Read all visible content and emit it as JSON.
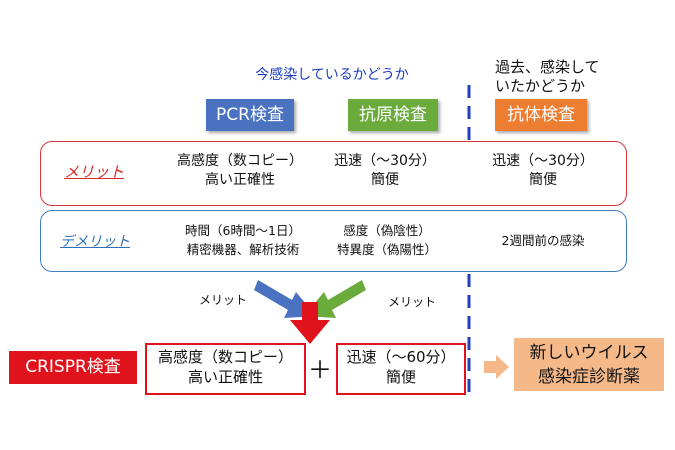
{
  "header": {
    "current_infection": "今感染しているかどうか",
    "past_infection_line1": "過去、感染して",
    "past_infection_line2": "いたかどうか"
  },
  "tests": {
    "pcr": "PCR検査",
    "antigen": "抗原検査",
    "antibody": "抗体検査"
  },
  "merit_row": {
    "label": "メリット",
    "pcr_line1": "高感度（数コピー）",
    "pcr_line2": "高い正確性",
    "antigen_line1": "迅速（～30分）",
    "antigen_line2": "簡便",
    "antibody_line1": "迅速（～30分）",
    "antibody_line2": "簡便"
  },
  "demerit_row": {
    "label": "デメリット",
    "pcr_line1": "時間（6時間～1日）",
    "pcr_line2": "精密機器、解析技術",
    "antigen_line1": "感度（偽陰性）",
    "antigen_line2": "特異度（偽陽性）",
    "antibody": "2週間前の感染"
  },
  "arrows": {
    "left_label": "メリット",
    "right_label": "メリット"
  },
  "crispr": {
    "label": "CRISPR検査",
    "box1_line1": "高感度（数コピー）",
    "box1_line2": "高い正確性",
    "plus": "＋",
    "box2_line1": "迅速（～60分）",
    "box2_line2": "簡便",
    "result_line1": "新しいウイルス",
    "result_line2": "感染症診断薬"
  },
  "colors": {
    "pcr": "#4a72c0",
    "antigen": "#6aab3c",
    "antibody": "#ed7d31",
    "merit_border": "#d9353b",
    "demerit_border": "#3f7fbf",
    "crispr_red": "#e0121b",
    "result_bg": "#f4b889"
  }
}
